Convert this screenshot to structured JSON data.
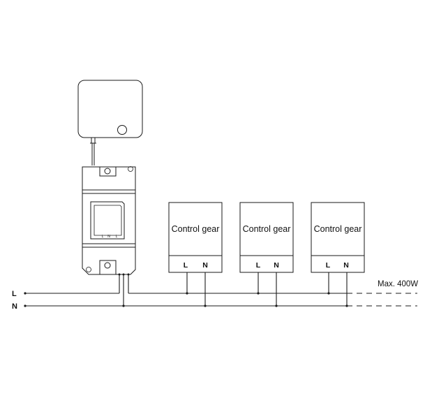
{
  "bus": {
    "line_label": "L",
    "neutral_label": "N",
    "max_load": "Max. 400W"
  },
  "controller": {
    "terminals": [
      "L",
      "N",
      "L"
    ]
  },
  "control_gears": [
    {
      "title": "Control gear",
      "terminal_l": "L",
      "terminal_n": "N"
    },
    {
      "title": "Control gear",
      "terminal_l": "L",
      "terminal_n": "N"
    },
    {
      "title": "Control gear",
      "terminal_l": "L",
      "terminal_n": "N"
    }
  ]
}
